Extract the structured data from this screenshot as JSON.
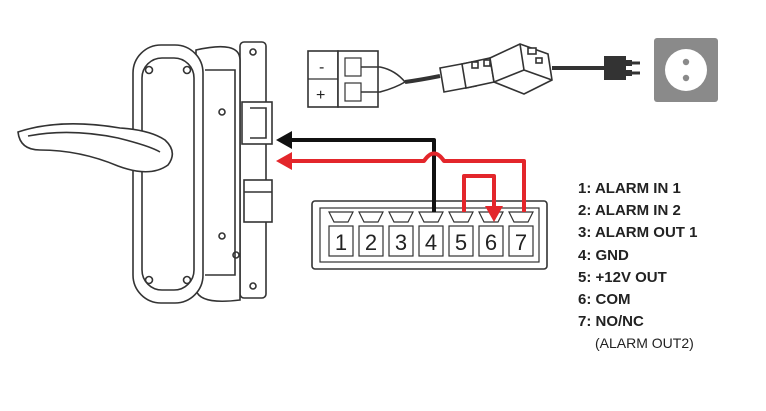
{
  "terminal": {
    "pins": [
      "1",
      "2",
      "3",
      "4",
      "5",
      "6",
      "7"
    ]
  },
  "power_block": {
    "minus": "-",
    "plus": "+"
  },
  "legend": {
    "items": [
      "1: ALARM IN 1",
      "2: ALARM IN 2",
      "3: ALARM OUT 1",
      "4: GND",
      "5: +12V OUT",
      "6: COM",
      "7: NO/NC"
    ],
    "note": "(ALARM OUT2)"
  },
  "colors": {
    "black_wire": "#111111",
    "red_wire": "#e3262b",
    "outline": "#333333",
    "socket_fill": "#8a8a8a"
  }
}
